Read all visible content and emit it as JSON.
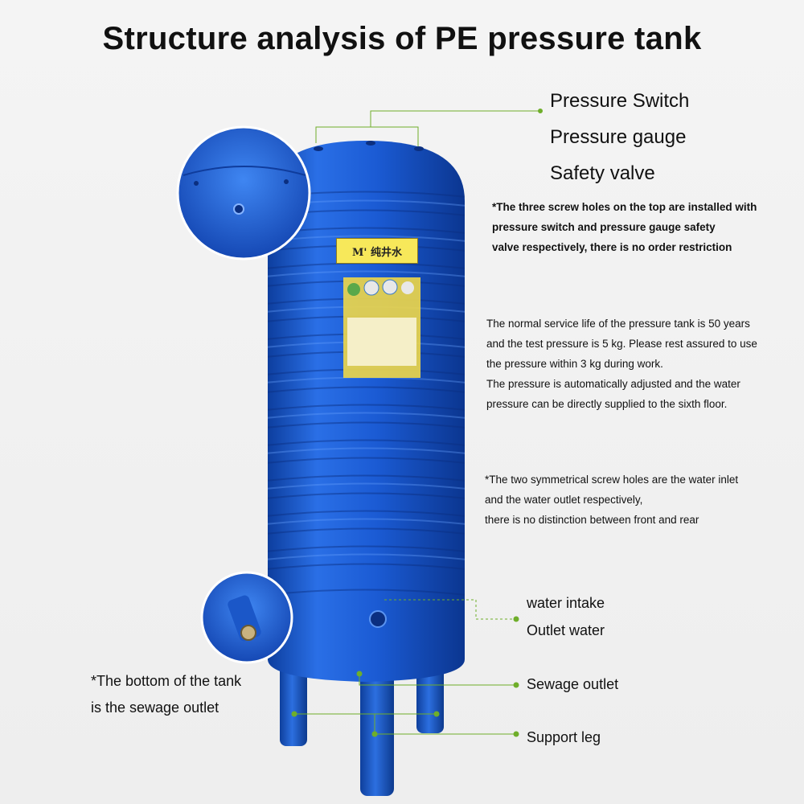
{
  "title": "Structure analysis of PE pressure tank",
  "top_labels": {
    "switch": "Pressure Switch",
    "gauge": "Pressure gauge",
    "valve": "Safety valve"
  },
  "note_top": [
    "*The three screw holes on the top are installed with",
    "pressure switch and pressure gauge safety",
    "valve respectively, there is no order restriction"
  ],
  "note_middle": [
    "The normal service life of the pressure tank is 50 years",
    "and the test pressure is 5 kg. Please rest assured to use",
    "the pressure within 3 kg during work.",
    "The pressure is automatically adjusted and the water",
    "pressure can be directly supplied to the sixth floor."
  ],
  "note_lower": [
    "*The two symmetrical screw holes are the water inlet",
    "and the water outlet respectively,",
    "there is no distinction between front and rear"
  ],
  "bottom_labels": {
    "intake": "water intake",
    "outlet": "Outlet water",
    "sewage": "Sewage outlet",
    "leg": "Support leg"
  },
  "bottom_note": [
    "*The bottom of the tank",
    "is the sewage outlet"
  ],
  "tank_badge": "M' 纯井水",
  "colors": {
    "tank_blue": "#1d5fd6",
    "callout_green": "#6fae2a",
    "background": "#f2f2f2"
  }
}
